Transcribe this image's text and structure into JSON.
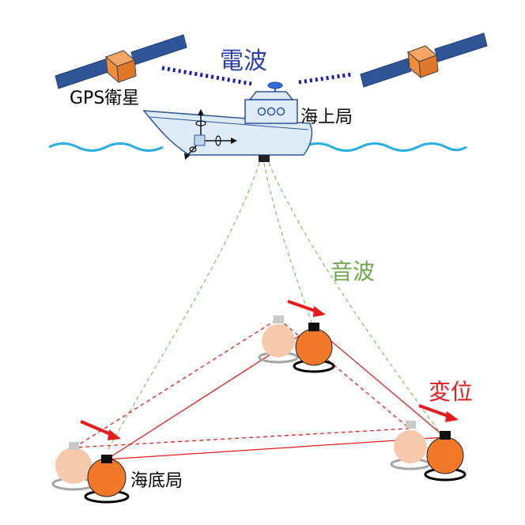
{
  "labels": {
    "gps_satellite": "GPS衛星",
    "radio_wave": "電波",
    "sea_station": "海上局",
    "sound_wave": "音波",
    "displacement": "変位",
    "seafloor_station": "海底局"
  },
  "colors": {
    "radio": "#1a1ab8",
    "sound": "#7fbf5f",
    "displacement": "#e51c1c",
    "satellite_body": "#f08c3a",
    "satellite_panel": "#2f5597",
    "ocean": "#29aee0",
    "station_new": "#f07828",
    "station_old": "#f6c9ad"
  }
}
